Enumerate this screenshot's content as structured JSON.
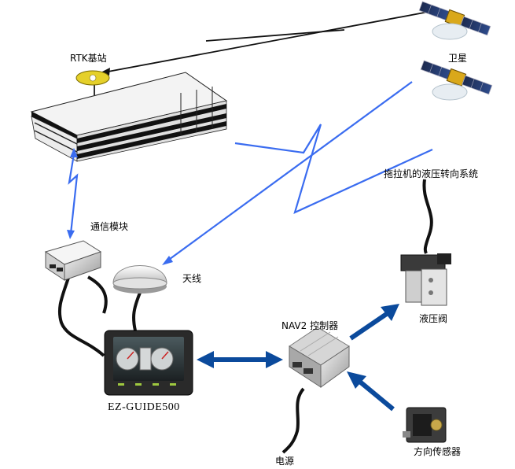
{
  "labels": {
    "rtk_base": "RTK基站",
    "satellite": "卫星",
    "hydraulic_steering": "拖拉机的液压转向系统",
    "comm_module": "通信模块",
    "antenna": "天线",
    "controller": "NAV2 控制器",
    "hydraulic_valve": "液压阀",
    "display": "EZ-GUIDE500",
    "power": "电源",
    "direction_sensor": "方向传感器"
  },
  "colors": {
    "radio_link": "#3a6cf0",
    "data_arrow": "#0b4a9c",
    "cable": "#111111"
  }
}
